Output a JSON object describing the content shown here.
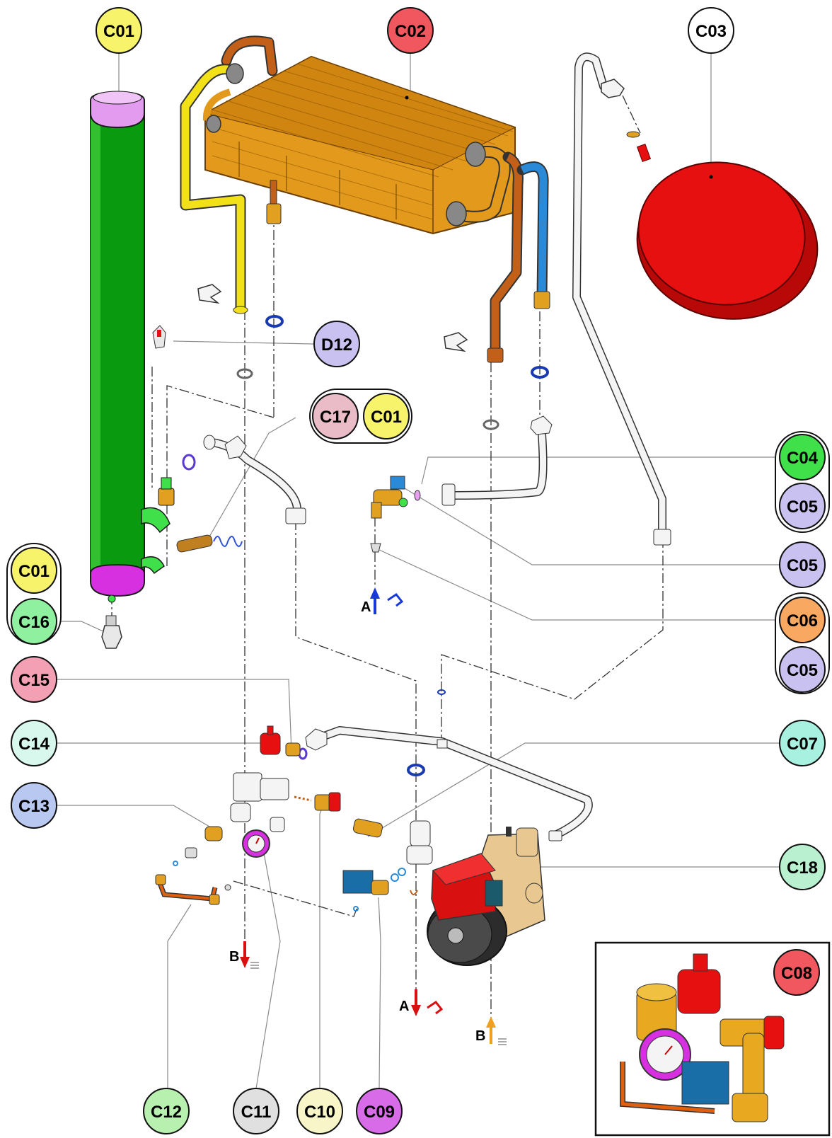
{
  "callouts": {
    "c01_top": "C01",
    "c02": "C02",
    "c03": "C03",
    "d12": "D12",
    "c17": "C17",
    "c01_pair": "C01",
    "c04": "C04",
    "c05_a": "C05",
    "c05_b": "C05",
    "c01_left": "C01",
    "c16": "C16",
    "c06": "C06",
    "c05_c": "C05",
    "c15": "C15",
    "c14": "C14",
    "c07": "C07",
    "c13": "C13",
    "c18": "C18",
    "c08": "C08",
    "c12": "C12",
    "c11": "C11",
    "c10": "C10",
    "c09": "C09"
  },
  "flow_markers": {
    "a_cold_in": "A",
    "b_heating_out": "B",
    "a_hot_out": "A",
    "b_heating_in": "B"
  },
  "colors": {
    "yellow": "#f7f36a",
    "red": "#f0575f",
    "white": "#ffffff",
    "lilac": "#c9c2f0",
    "pink_light": "#e9bcc8",
    "green_bright": "#3fe04a",
    "green_light": "#8ff0a0",
    "orange": "#f8a860",
    "mint": "#a8f0e0",
    "mint_light": "#d8f8ee",
    "blue_light": "#b8c8f0",
    "gray_light": "#e0e0e0",
    "cream": "#f8f6c8",
    "magenta": "#d86ce8",
    "tank_green": "#0a9a10",
    "exchanger_orange": "#e39a1c",
    "vessel_red": "#e61010",
    "pipe_copper": "#c2601a",
    "pipe_blue": "#2a8ad8",
    "pipe_yellow": "#f2e018"
  }
}
